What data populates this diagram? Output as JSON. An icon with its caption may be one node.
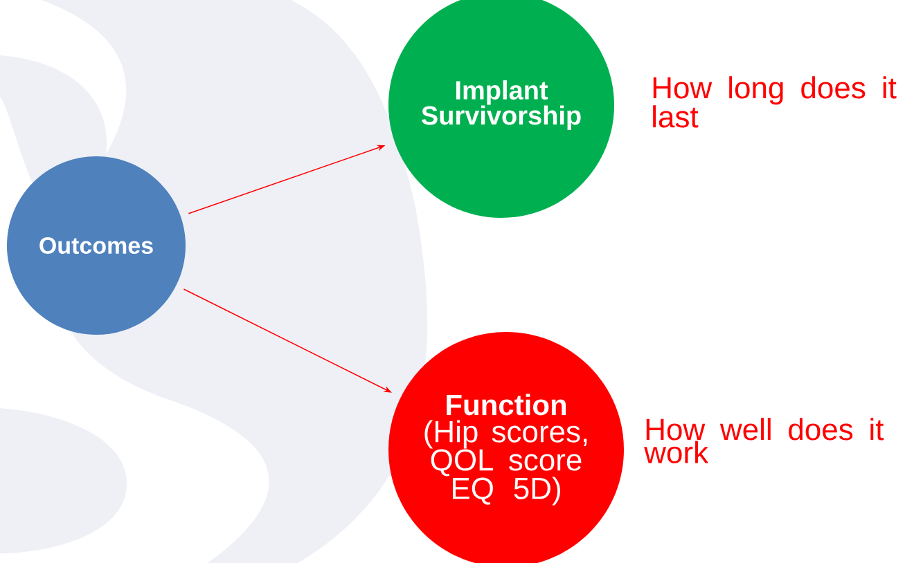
{
  "diagram": {
    "nodes": [
      {
        "text": [
          "Outcomes"
        ]
      },
      {
        "text": [
          "Implant Survivorship"
        ],
        "beside": [
          "How long does it last"
        ]
      },
      {
        "text": [
          "Function",
          "(Hip scores, QOL score EQ 5D)"
        ],
        "beside": [
          "How well does it work"
        ]
      }
    ],
    "edges": [
      {
        "from": 0,
        "to": 1,
        "arrow": "to",
        "color": "#ff0000"
      },
      {
        "from": 0,
        "to": 2,
        "arrow": "to",
        "color": "#ff0000"
      }
    ]
  }
}
